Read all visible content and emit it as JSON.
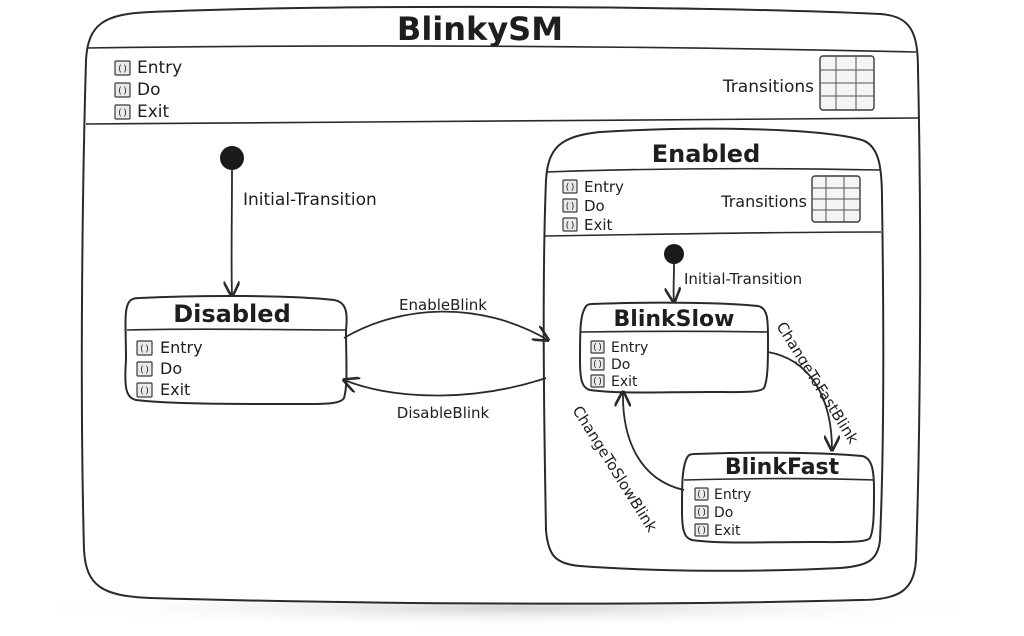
{
  "colors": {
    "ink": "#2a2a2a",
    "paper": "#ffffff",
    "activity_chip": "#e9e9e9",
    "shadow": "#cfcfcf"
  },
  "icons": {
    "activity": "parentheses-chip-icon",
    "transitions": "grid-table-icon",
    "initial": "filled-circle-icon"
  },
  "machine": {
    "title": "BlinkySM",
    "activities": [
      "Entry",
      "Do",
      "Exit"
    ],
    "activity_glyph": "()",
    "transitions_label": "Transitions"
  },
  "enabled": {
    "title": "Enabled",
    "activities": [
      "Entry",
      "Do",
      "Exit"
    ],
    "transitions_label": "Transitions"
  },
  "disabled": {
    "title": "Disabled",
    "activities": [
      "Entry",
      "Do",
      "Exit"
    ]
  },
  "blink_slow": {
    "title": "BlinkSlow",
    "activities": [
      "Entry",
      "Do",
      "Exit"
    ]
  },
  "blink_fast": {
    "title": "BlinkFast",
    "activities": [
      "Entry",
      "Do",
      "Exit"
    ]
  },
  "edges": {
    "root_initial": "Initial-Transition",
    "enabled_initial": "Initial-Transition",
    "enable_blink": "EnableBlink",
    "disable_blink": "DisableBlink",
    "to_fast": "ChangeToFastBlink",
    "to_slow": "ChangeToSlowBlink"
  }
}
